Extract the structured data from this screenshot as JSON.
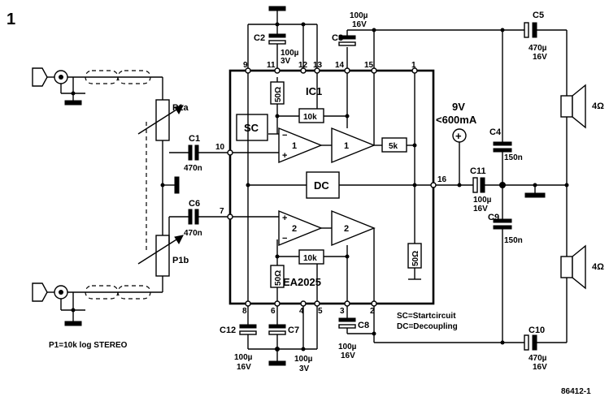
{
  "figure_number": "1",
  "ic": {
    "name": "IC1",
    "part": "TEA2025"
  },
  "blocks": {
    "sc": "SC",
    "dc": "DC",
    "amp1": "1",
    "amp2": "2",
    "opamp1": "1",
    "opamp2": "2",
    "plus": "+",
    "minus": "−"
  },
  "pins": {
    "p1": "1",
    "p2": "2",
    "p3": "3",
    "p4": "4",
    "p5": "5",
    "p6": "6",
    "p7": "7",
    "p8": "8",
    "p9": "9",
    "p10": "10",
    "p11": "11",
    "p12": "12",
    "p13": "13",
    "p14": "14",
    "p15": "15",
    "p16": "16"
  },
  "resistors": {
    "r50a": "50Ω",
    "r10ka": "10k",
    "r5k": "5k",
    "r10kb": "10k",
    "r50b": "50Ω",
    "r50c": "50Ω"
  },
  "components": {
    "p1a": "P1a",
    "p1b": "P1b",
    "c1": "C1",
    "c1_val": "470n",
    "c6": "C6",
    "c6_val": "470n",
    "c2": "C2",
    "c2_val1": "100µ",
    "c2_val2": "3V",
    "c3": "C3",
    "c3_val1": "100µ",
    "c3_val2": "16V",
    "c4": "C4",
    "c4_val": "150n",
    "c5": "C5",
    "c5_val1": "470µ",
    "c5_val2": "16V",
    "c7": "C7",
    "c8": "C8",
    "c8_val1": "100µ",
    "c8_val2": "16V",
    "c9": "C9",
    "c9_val": "150n",
    "c10": "C10",
    "c10_val1": "470µ",
    "c10_val2": "16V",
    "c11": "C11",
    "c11_val1": "100µ",
    "c11_val2": "16V",
    "c12": "C12",
    "c12_val1": "100µ",
    "c12_val2": "16V",
    "c7_val1": "100µ",
    "c7_val2": "3V"
  },
  "supply": {
    "voltage": "9V",
    "current": "<600mA",
    "plus": "+"
  },
  "speakers": {
    "top": "4Ω",
    "bottom": "4Ω"
  },
  "notes": {
    "p1": "P1=10k log STEREO",
    "sc": "SC=Startcircuit",
    "dc": "DC=Decoupling",
    "ref": "86412-1"
  }
}
